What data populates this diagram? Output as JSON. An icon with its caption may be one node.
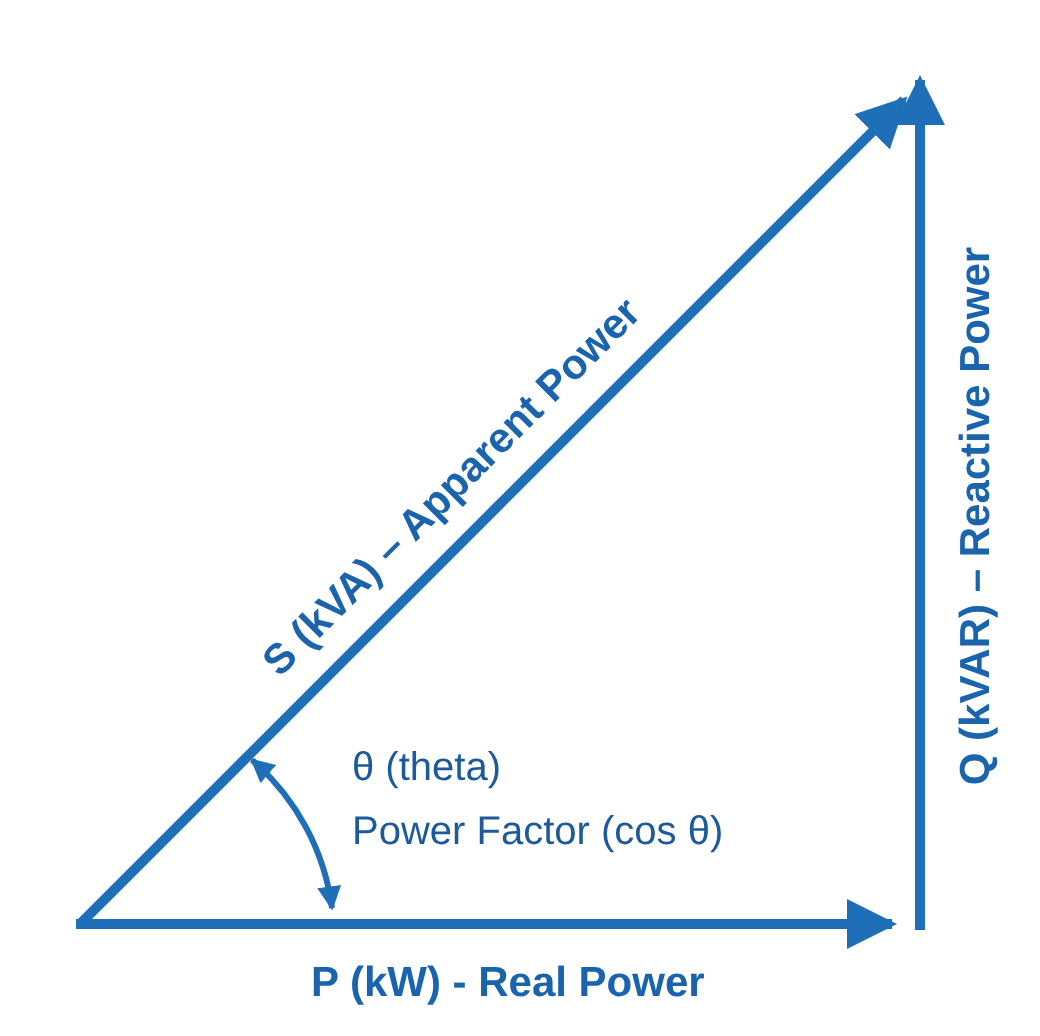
{
  "diagram": {
    "labels": [
      "S (kVA) – Apparent Power",
      "θ (theta)",
      "Power Factor (cos θ)",
      "Q (kVAR) – Reactive Power",
      "P (kW) - Real Power"
    ]
  }
}
